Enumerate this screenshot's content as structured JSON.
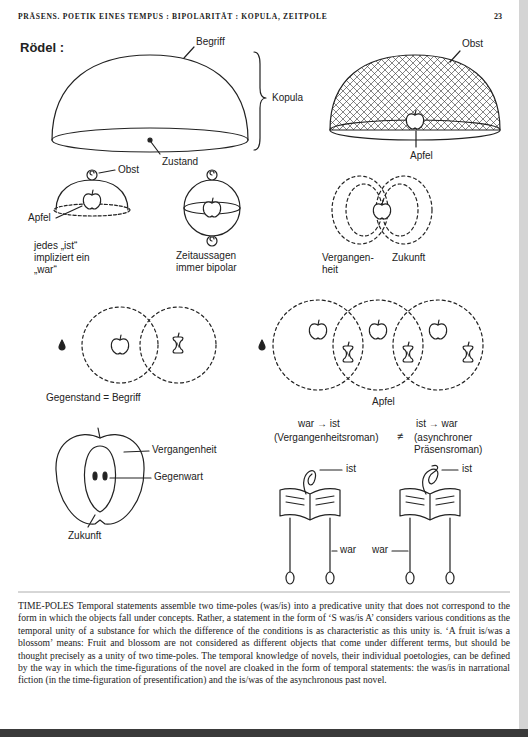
{
  "diagram": {
    "title": "PRÄSENS. POETIK EINES TEMPUS : BIPOLARITÄT : KOPULA, ZEITPOLE",
    "caption": "TIME-POLES Temporal statements assemble two time-poles (was/is) into a predicative unity that does not correspond to the form in which the objects fall under concepts. Rather, a statement in the form of ‘S was/is A’ considers various conditions as the temporal unity of a substance for which the difference of the conditions is as characteristic as this unity is. ‘A fruit is/was a blossom’ means: Fruit and blossom are not considered as different objects that come under different terms, but should be thought precisely as a unity of two time-poles. The temporal knowledge of novels, their individual poetologies, can be defined by the way in which the time-figurations of the novel are cloaked in the form of temporal statements: the was/is in narrational fiction (in the time-figuration of presentification) and the is/was of the asynchronous past novel.",
    "labels": [
      "23",
      "Rödel :",
      "Begriff",
      "Kopula",
      "Zustand",
      "Obst",
      "Apfel",
      "Obst",
      "Apfel",
      "jedes „ist“ impliziert ein „war“",
      "Zeitaussagen immer bipolar",
      "Vergangen- heit",
      "Zukunft",
      "Gegenstand = Begriff",
      "Apfel",
      "war → ist",
      "ist → war",
      "(Vergangenheitsroman)",
      "≠",
      "(asynchroner Präsensroman)",
      "Vergangenheit",
      "Gegenwart",
      "Zukunft",
      "ist",
      "ist",
      "war",
      "war"
    ]
  }
}
